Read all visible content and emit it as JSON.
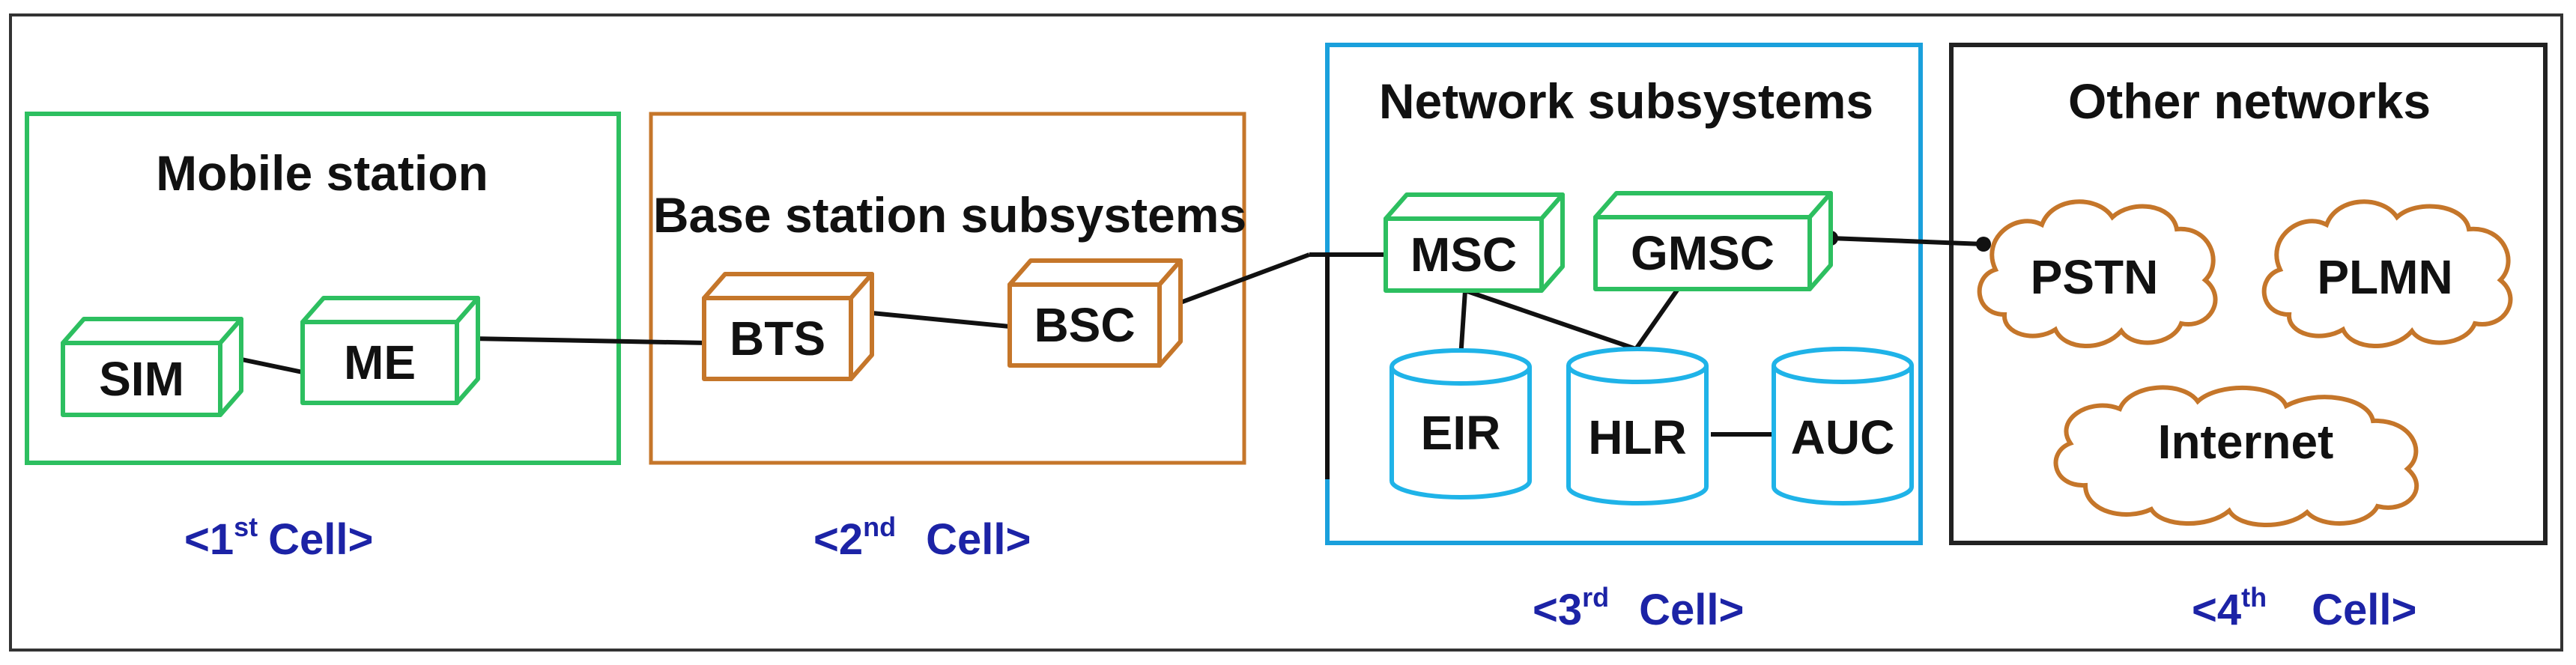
{
  "colors": {
    "mobile_station": "#2dbf60",
    "base_station": "#c5762a",
    "network_subsystem": "#1aa0dc",
    "database": "#1fb3e8",
    "other_networks": "#222222",
    "cloud": "#c5762a",
    "cell_label": "#1c23a6",
    "frame": "#333333"
  },
  "groups": {
    "mobile_station": {
      "title": "Mobile station"
    },
    "base_station": {
      "title": "Base station subsystems"
    },
    "network_subsystems": {
      "title": "Network subsystems"
    },
    "other_networks": {
      "title": "Other networks"
    }
  },
  "nodes": {
    "sim": "SIM",
    "me": "ME",
    "bts": "BTS",
    "bsc": "BSC",
    "msc": "MSC",
    "gmsc": "GMSC",
    "eir": "EIR",
    "hlr": "HLR",
    "auc": "AUC",
    "pstn": "PSTN",
    "plmn": "PLMN",
    "internet": "Internet"
  },
  "cells": [
    {
      "open": "<1",
      "sup": "st",
      "word": "Cell>"
    },
    {
      "open": "<2",
      "sup": "nd",
      "word": "Cell>"
    },
    {
      "open": "<3",
      "sup": "rd",
      "word": "Cell>"
    },
    {
      "open": "<4",
      "sup": "th",
      "word": "Cell>"
    }
  ]
}
